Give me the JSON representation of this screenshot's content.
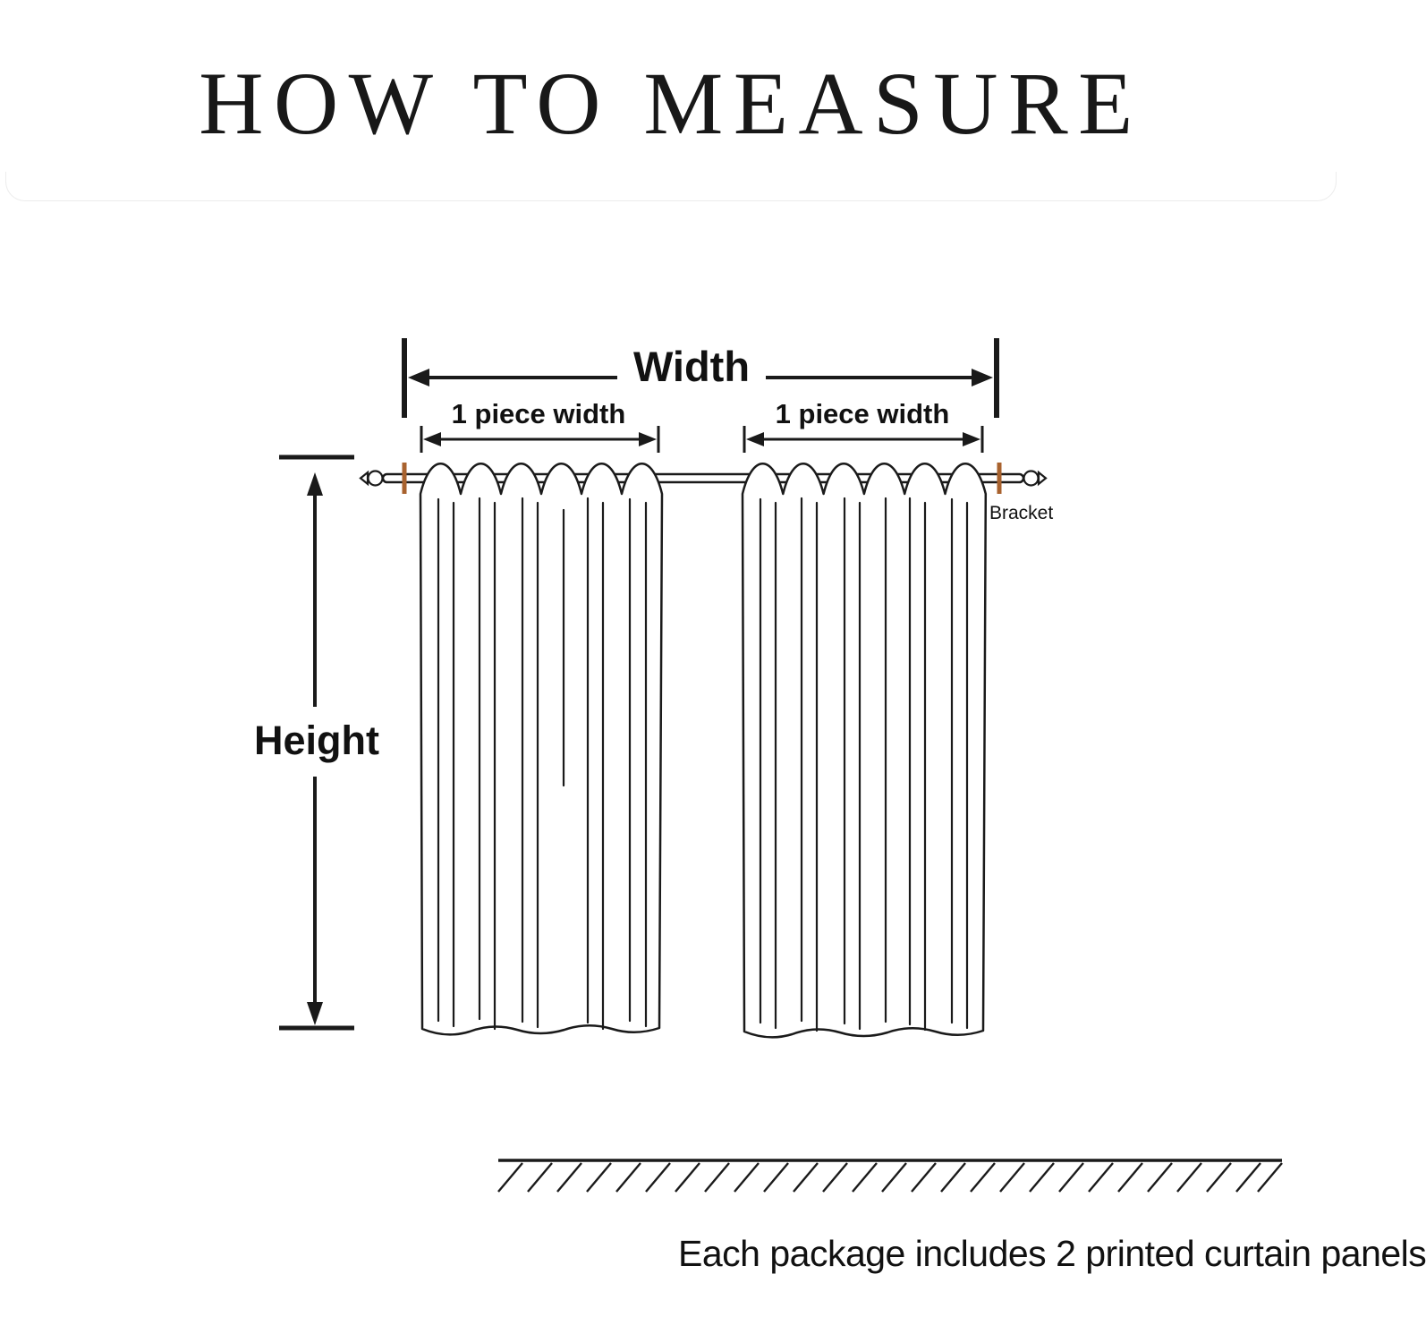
{
  "title": "HOW TO MEASURE",
  "diagram": {
    "width_label": "Width",
    "piece_width_left_label": "1 piece width",
    "piece_width_right_label": "1 piece width",
    "height_label": "Height",
    "bracket_label": "Bracket",
    "colors": {
      "line": "#1a1a1a",
      "bracket_marker": "#a8622e"
    }
  },
  "footer": {
    "caption": "Each package includes 2 printed curtain panels"
  }
}
